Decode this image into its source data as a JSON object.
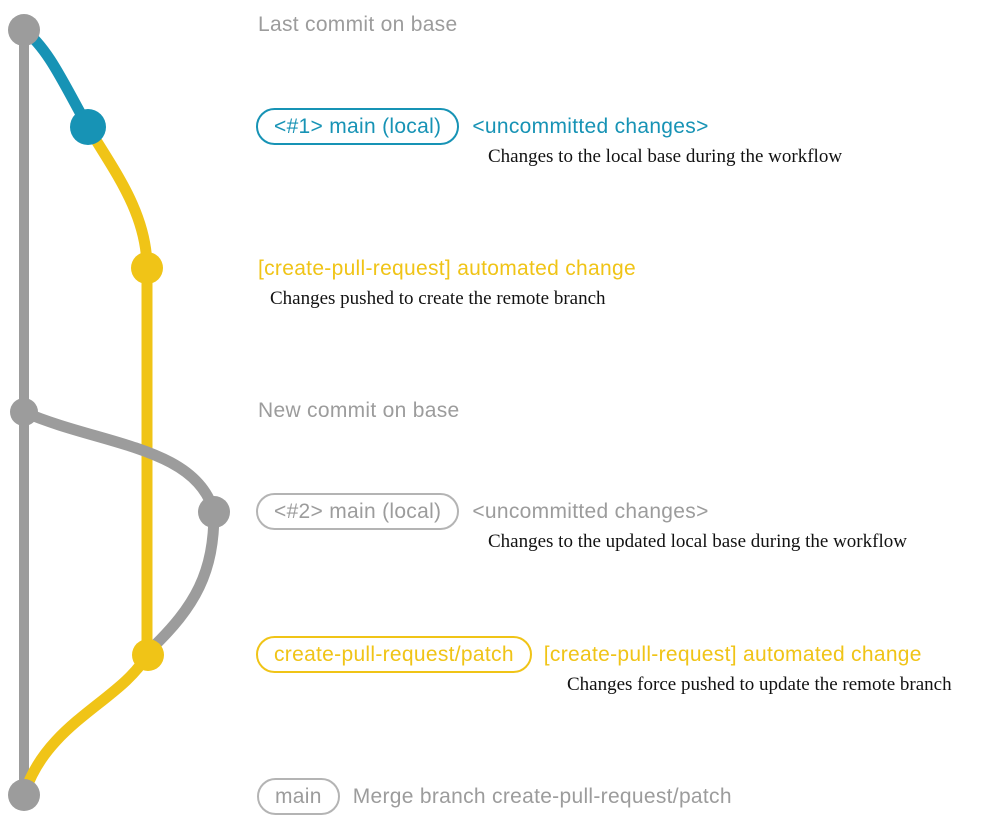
{
  "colors": {
    "base_gray": "#9C9C9C",
    "local_teal": "#1793B5",
    "branch_yellow": "#F0C417",
    "badge_border_gray": "#B4B4B4",
    "description_black": "#121212"
  },
  "graph": {
    "commits": [
      {
        "name": "last-commit-on-base",
        "color": "base_gray"
      },
      {
        "name": "local-uncommitted-changes-1",
        "color": "local_teal"
      },
      {
        "name": "automated-change-push",
        "color": "branch_yellow"
      },
      {
        "name": "new-commit-on-base",
        "color": "base_gray"
      },
      {
        "name": "local-uncommitted-changes-2",
        "color": "base_gray"
      },
      {
        "name": "automated-change-force-push",
        "color": "branch_yellow"
      },
      {
        "name": "merge-commit",
        "color": "base_gray"
      }
    ]
  },
  "rows": [
    {
      "label": "Last commit on base"
    },
    {
      "badge": "<#1> main (local)",
      "title": "<uncommitted changes>",
      "desc": "Changes to the local base during the workflow"
    },
    {
      "title": "[create-pull-request] automated change",
      "desc": "Changes pushed to create the remote branch"
    },
    {
      "label": "New commit on base"
    },
    {
      "badge": "<#2> main (local)",
      "title": "<uncommitted changes>",
      "desc": "Changes to the updated local base during the workflow"
    },
    {
      "badge": "create-pull-request/patch",
      "title": "[create-pull-request] automated change",
      "desc": "Changes force pushed to update the remote branch"
    },
    {
      "badge": "main",
      "title": "Merge branch create-pull-request/patch"
    }
  ]
}
